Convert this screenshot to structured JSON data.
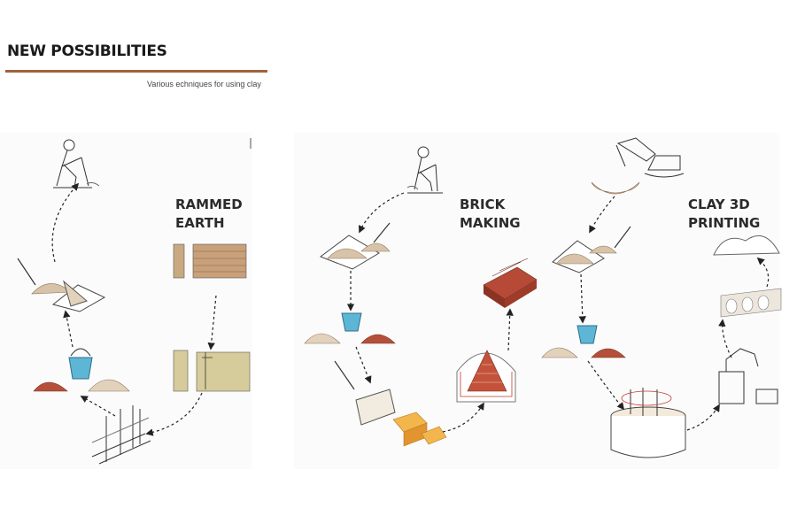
{
  "header": {
    "title": "NEW POSSIBILITIES",
    "subtitle": "Various echniques for using clay"
  },
  "sections": [
    {
      "line1": "RAMMED",
      "line2": "EARTH"
    },
    {
      "line1": "BRICK",
      "line2": "MAKING"
    },
    {
      "line1": "CLAY 3D",
      "line2": "PRINTING"
    }
  ],
  "colors": {
    "accent_rule": "#a0623d",
    "soil": "#d8c3a8",
    "clay_red": "#b4503a",
    "water": "#5eb6d6",
    "brick_orange": "#e7a440",
    "rammed_panel": "#d6cb9a"
  }
}
